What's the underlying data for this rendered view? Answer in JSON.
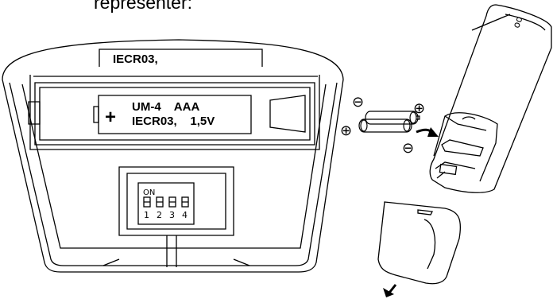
{
  "heading": "representer:",
  "compartment": {
    "top_label": "IECR03,",
    "battery_line1": "UM-4    AAA",
    "battery_line2": "IECR03,    1,5V",
    "plus_sign": "+"
  },
  "dip_switch": {
    "on_label": "ON",
    "numbers": [
      "1",
      "2",
      "3",
      "4"
    ]
  },
  "polarity": {
    "minus": "⊖",
    "plus": "⊕"
  },
  "remote_markings": {
    "top_mark": "oo"
  },
  "icons": [
    "insert-arrow-icon",
    "remove-arrow-icon"
  ]
}
